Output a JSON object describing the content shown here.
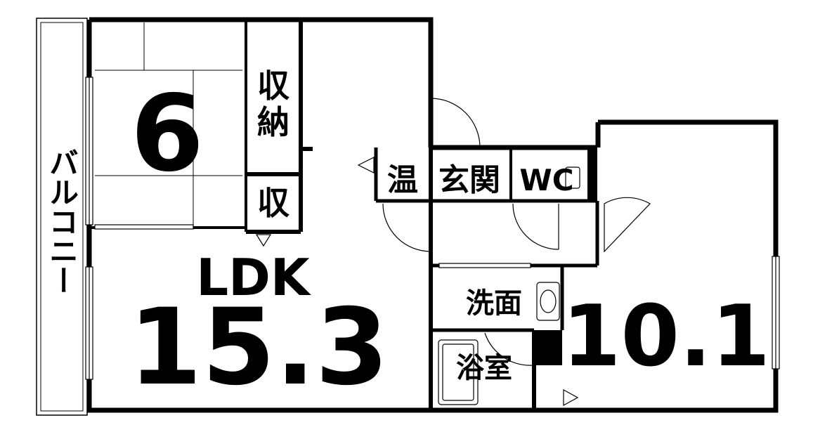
{
  "rooms": {
    "japanese_room": {
      "size": "6"
    },
    "ldk": {
      "label": "LDK",
      "size": "15.3"
    },
    "western_room": {
      "size": "10.1"
    },
    "closet_large": {
      "label_top": "収",
      "label_bottom": "納"
    },
    "closet_small": {
      "label": "収"
    },
    "water_heater": {
      "label": "温"
    },
    "entrance": {
      "label": "玄関"
    },
    "toilet": {
      "label": "WC"
    },
    "washroom": {
      "label": "洗面"
    },
    "bathroom": {
      "label": "浴室"
    },
    "balcony": {
      "label": "バルコニー"
    }
  },
  "colors": {
    "wall": "#000000",
    "background": "#ffffff"
  }
}
